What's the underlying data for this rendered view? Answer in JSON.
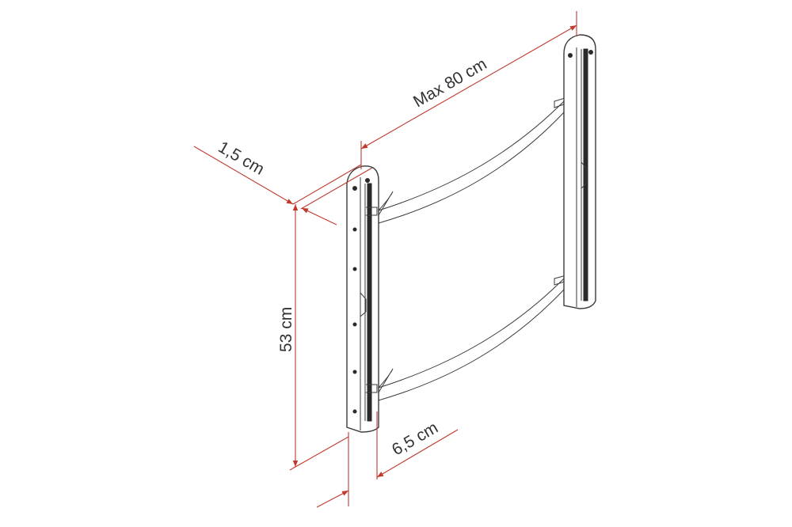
{
  "dimensions": {
    "max_width": "Max 80 cm",
    "thickness": "1,5 cm",
    "height": "53 cm",
    "depth": "6,5 cm"
  },
  "colors": {
    "dimension_line": "#c0392b",
    "outline": "#3a3a3a"
  }
}
